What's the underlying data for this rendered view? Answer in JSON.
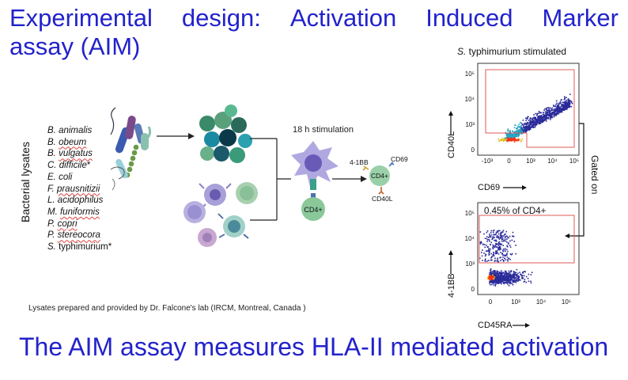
{
  "title": {
    "line1_words": [
      "Experimental",
      "design:",
      "Activation",
      "Induced",
      "Marker"
    ],
    "line2": "assay (AIM)"
  },
  "lysates_label": "Bacterial lysates",
  "bacteria": [
    {
      "abbr": "B.",
      "species": "animalis",
      "mark": ""
    },
    {
      "abbr": "B.",
      "species": "obeum",
      "mark": ""
    },
    {
      "abbr": "B.",
      "species": "vulgatus",
      "mark": ""
    },
    {
      "abbr": "C.",
      "species": "difficile",
      "mark": "*"
    },
    {
      "abbr": "E.",
      "species": "coli",
      "mark": ""
    },
    {
      "abbr": "F.",
      "species": "prausnitizii",
      "mark": ""
    },
    {
      "abbr": "L.",
      "species": "acidophilus",
      "mark": ""
    },
    {
      "abbr": "M.",
      "species": "funiformis",
      "mark": ""
    },
    {
      "abbr": "P.",
      "species": "copri",
      "mark": ""
    },
    {
      "abbr": "P.",
      "species": "stereocora",
      "mark": ""
    },
    {
      "abbr": "S.",
      "species": "typhimurium",
      "mark": "*"
    }
  ],
  "stimulation_label": "18 h stimulation",
  "cell_labels": {
    "cd4": "CD4+",
    "cd4_result": "CD4+",
    "marker_41bb": "4-1BB",
    "marker_cd69": "CD69",
    "marker_cd40l": "CD40L"
  },
  "footnote": "Lysates prepared and provided by Dr. Falcone's lab (IRCM, Montreal, Canada )",
  "plots": {
    "title_italic": "S.",
    "title_rest": " typhimurium stimulated",
    "gated_on": "Gated on",
    "top": {
      "ylabel": "CD40L",
      "xlabel": "CD69",
      "yticks": [
        "10⁵",
        "10⁴",
        "10³",
        "0"
      ],
      "xticks": [
        "-10³",
        "0",
        "10³",
        "10⁴",
        "10⁵"
      ]
    },
    "bottom": {
      "ylabel": "4-1BB",
      "xlabel": "CD45RA",
      "gate_label": "0.45% of CD4+",
      "yticks": [
        "10⁵",
        "10⁴",
        "10³",
        "0"
      ],
      "xticks": [
        "0",
        "10³",
        "10⁴",
        "10⁵"
      ]
    }
  },
  "bottom_title": "The AIM assay measures HLA-II mediated activation",
  "colors": {
    "title": "#2222cc",
    "gate": "#e05a5a",
    "density_low": "#2a2a9a",
    "density_high": "#ff3010"
  }
}
